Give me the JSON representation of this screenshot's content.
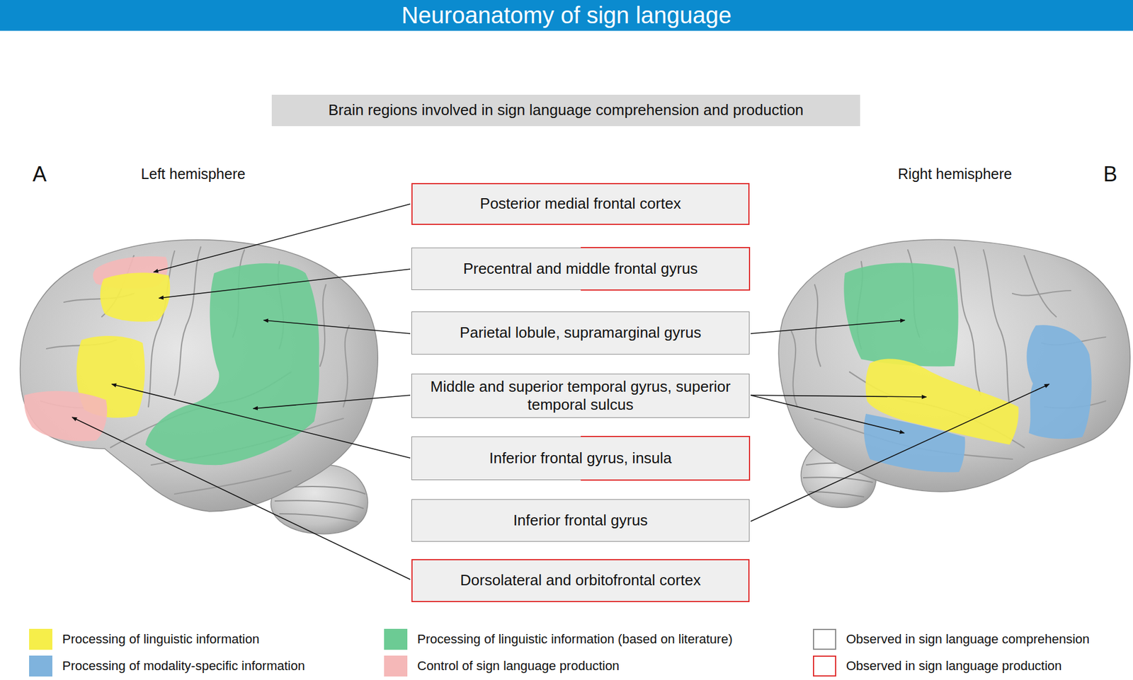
{
  "diagram": {
    "title": "Neuroanatomy of sign language",
    "nodes": [
      {
        "text": [
          "Brain regions involved in sign language comprehension and production"
        ]
      },
      {
        "text": [
          "Posterior medial frontal cortex"
        ]
      },
      {
        "text": [
          "Precentral and middle frontal gyrus"
        ]
      },
      {
        "text": [
          "Parietal lobule, supramarginal gyrus"
        ]
      },
      {
        "text": [
          "Middle and superior temporal gyrus, superior temporal sulcus"
        ]
      },
      {
        "text": [
          "Inferior frontal gyrus, insula"
        ]
      },
      {
        "text": [
          "Inferior frontal gyrus"
        ]
      },
      {
        "text": [
          "Dorsolateral and orbitofrontal cortex"
        ]
      }
    ],
    "labels": [
      "A",
      "Left hemisphere",
      "Right hemisphere",
      "B"
    ],
    "legend": [
      {
        "text": "Processing of linguistic information",
        "color": "#f6ee4a"
      },
      {
        "text": "Processing of linguistic information (based on literature)",
        "color": "#6ccb94"
      },
      {
        "text": "Observed in sign language comprehension"
      },
      {
        "text": "Processing of modality-specific information",
        "color": "#7fb3dd"
      },
      {
        "text": "Control of sign language production",
        "color": "#f5b8b8"
      },
      {
        "text": "Observed in sign language production"
      }
    ]
  }
}
